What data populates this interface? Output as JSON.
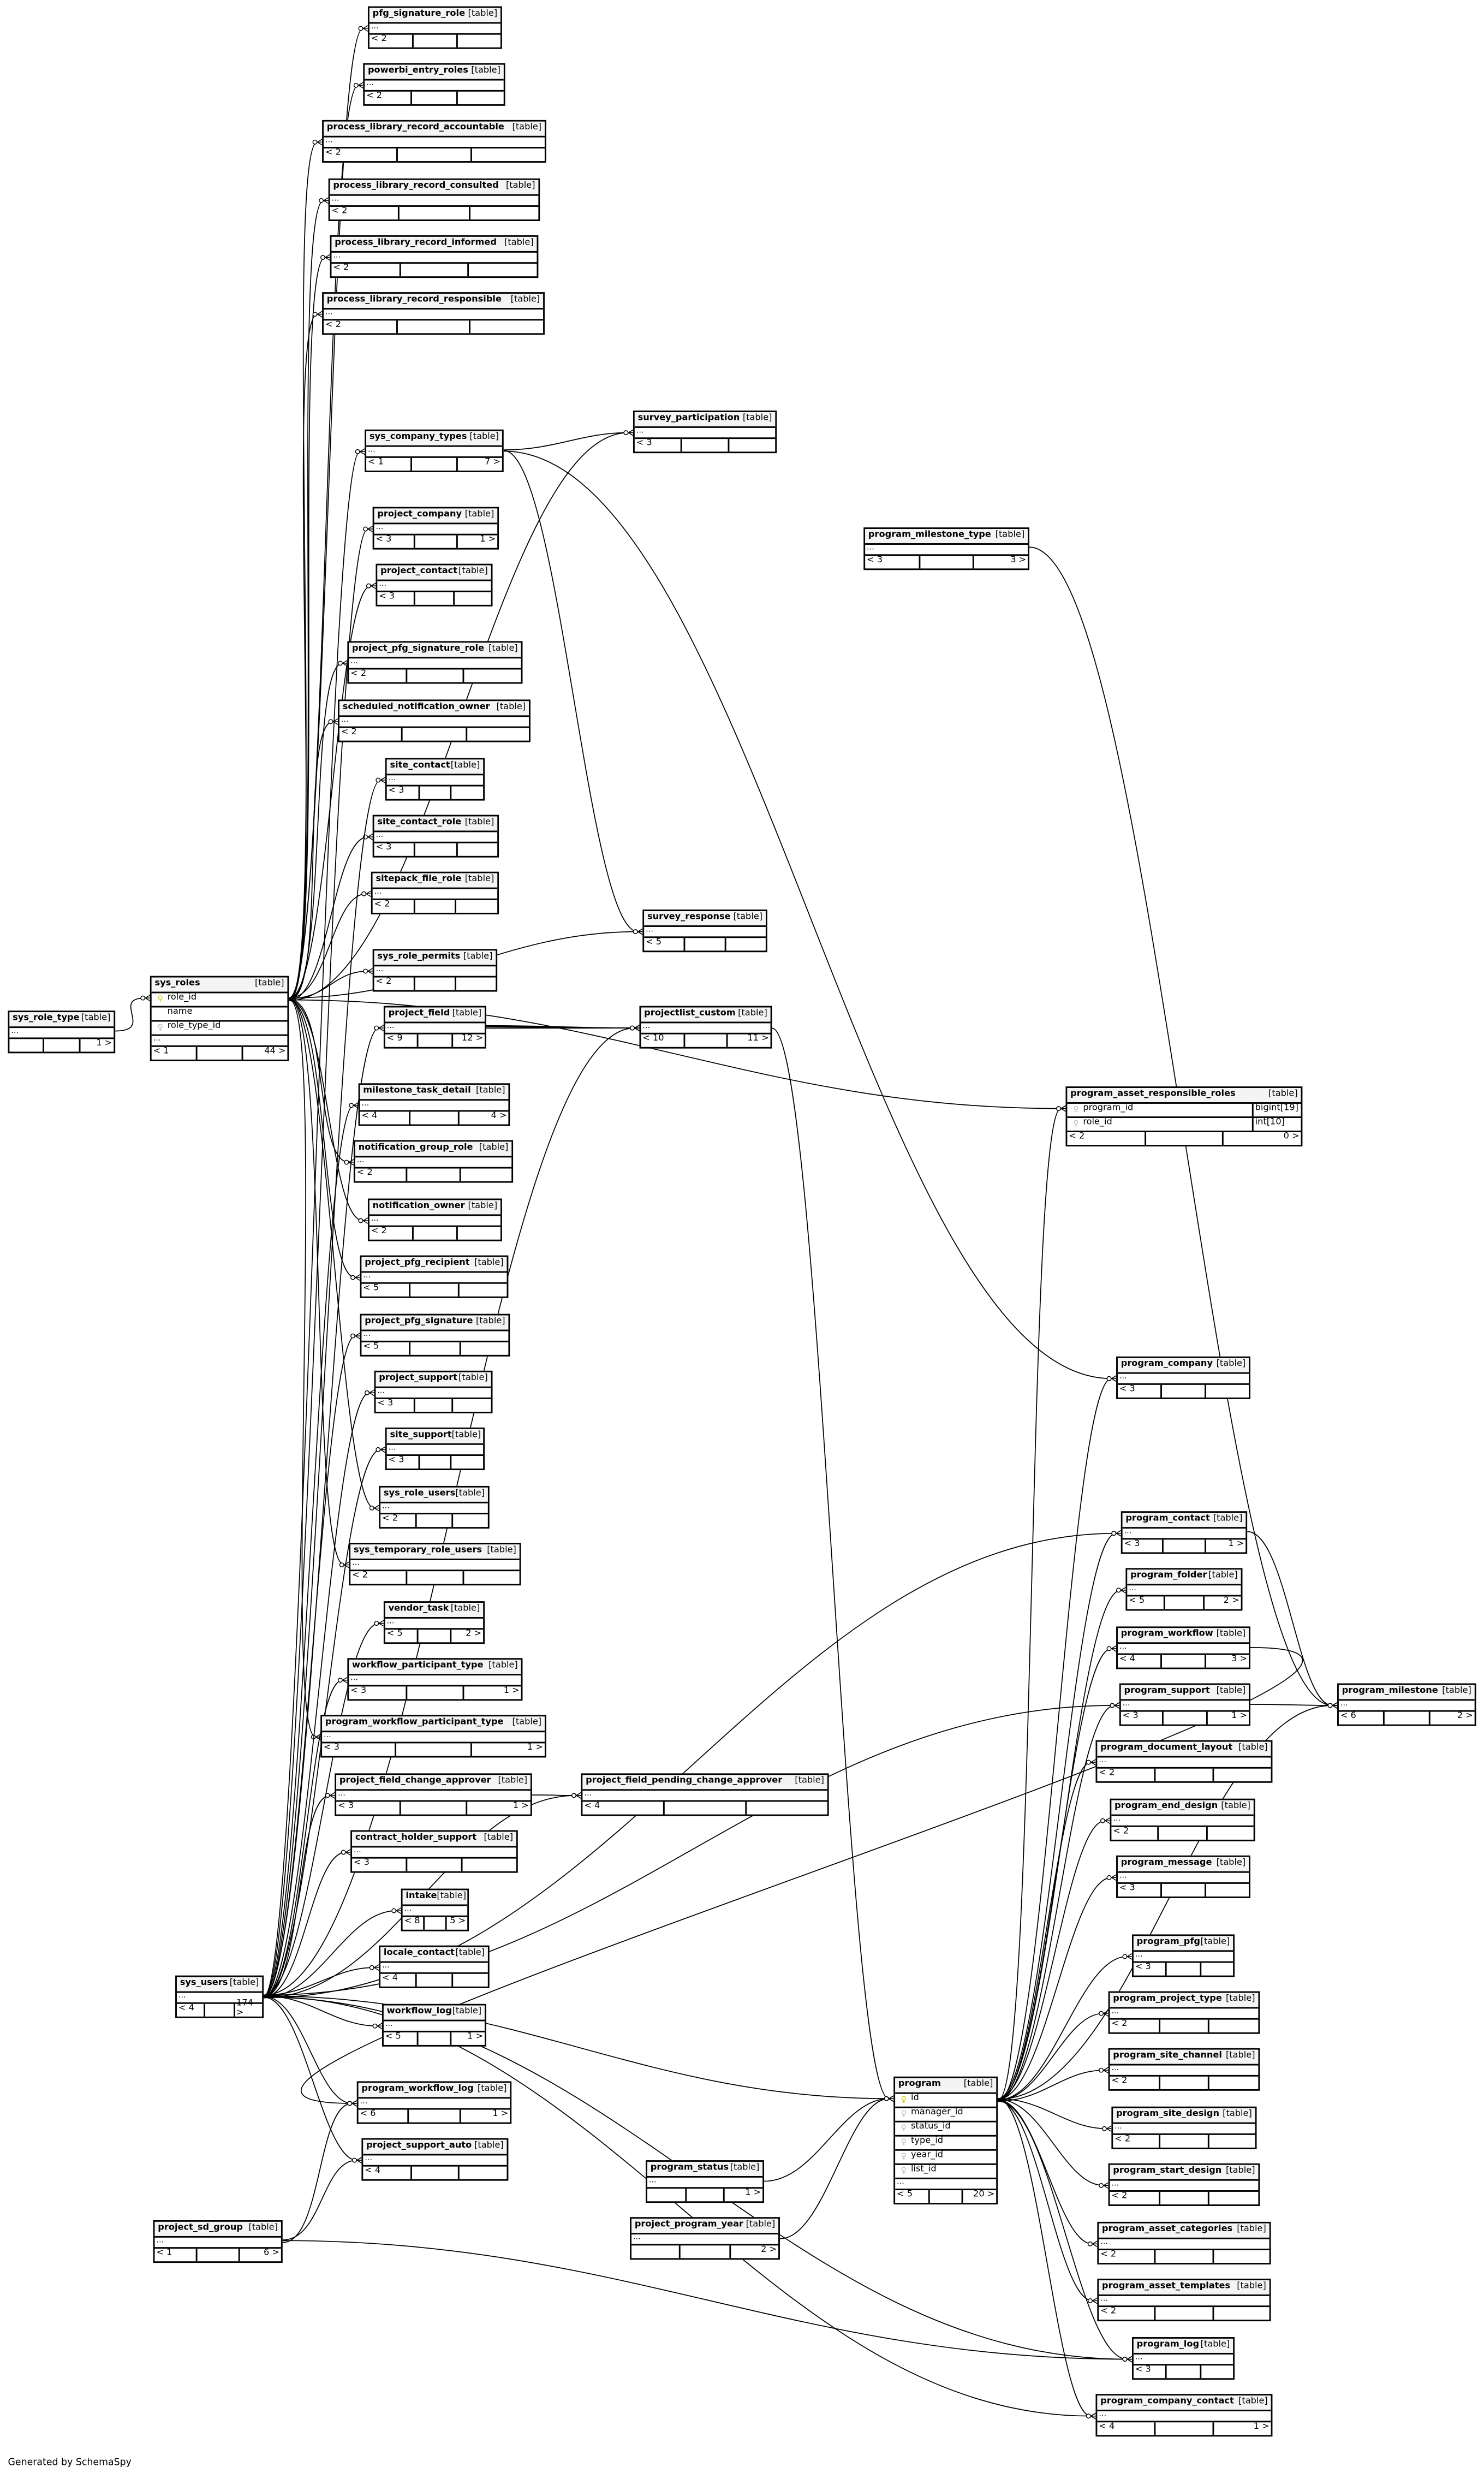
{
  "footer_text": "Generated by SchemaSpy",
  "tables": [
    {
      "name": "pfg_signature_role",
      "kind": "[table]",
      "ellipsis": "...",
      "footer": [
        "< 2",
        "",
        ""
      ]
    },
    {
      "name": "powerbi_entry_roles",
      "kind": "[table]",
      "ellipsis": "...",
      "footer": [
        "< 2",
        "",
        ""
      ]
    },
    {
      "name": "process_library_record_accountable",
      "kind": "[table]",
      "ellipsis": "...",
      "footer": [
        "< 2",
        "",
        ""
      ]
    },
    {
      "name": "process_library_record_consulted",
      "kind": "[table]",
      "ellipsis": "...",
      "footer": [
        "< 2",
        "",
        ""
      ]
    },
    {
      "name": "process_library_record_informed",
      "kind": "[table]",
      "ellipsis": "...",
      "footer": [
        "< 2",
        "",
        ""
      ]
    },
    {
      "name": "process_library_record_responsible",
      "kind": "[table]",
      "ellipsis": "...",
      "footer": [
        "< 2",
        "",
        ""
      ]
    },
    {
      "name": "sys_company_types",
      "kind": "[table]",
      "ellipsis": "...",
      "footer": [
        "< 1",
        "",
        "7 >"
      ]
    },
    {
      "name": "survey_participation",
      "kind": "[table]",
      "ellipsis": "...",
      "footer": [
        "< 3",
        "",
        ""
      ]
    },
    {
      "name": "project_company",
      "kind": "[table]",
      "ellipsis": "...",
      "footer": [
        "< 3",
        "",
        "1 >"
      ]
    },
    {
      "name": "program_milestone_type",
      "kind": "[table]",
      "ellipsis": "...",
      "footer": [
        "< 3",
        "",
        "3 >"
      ]
    },
    {
      "name": "project_contact",
      "kind": "[table]",
      "ellipsis": "...",
      "footer": [
        "< 3",
        "",
        ""
      ]
    },
    {
      "name": "project_pfg_signature_role",
      "kind": "[table]",
      "ellipsis": "...",
      "footer": [
        "< 2",
        "",
        ""
      ]
    },
    {
      "name": "scheduled_notification_owner",
      "kind": "[table]",
      "ellipsis": "...",
      "footer": [
        "< 2",
        "",
        ""
      ]
    },
    {
      "name": "site_contact",
      "kind": "[table]",
      "ellipsis": "...",
      "footer": [
        "< 3",
        "",
        ""
      ]
    },
    {
      "name": "site_contact_role",
      "kind": "[table]",
      "ellipsis": "...",
      "footer": [
        "< 3",
        "",
        ""
      ]
    },
    {
      "name": "sitepack_file_role",
      "kind": "[table]",
      "ellipsis": "...",
      "footer": [
        "< 2",
        "",
        ""
      ]
    },
    {
      "name": "survey_response",
      "kind": "[table]",
      "ellipsis": "...",
      "footer": [
        "< 5",
        "",
        ""
      ]
    },
    {
      "name": "sys_role_permits",
      "kind": "[table]",
      "ellipsis": "...",
      "footer": [
        "< 2",
        "",
        ""
      ]
    },
    {
      "name": "sys_role_type",
      "kind": "[table]",
      "ellipsis": "...",
      "footer": [
        "",
        "",
        "1 >"
      ]
    },
    {
      "name": "sys_roles",
      "kind": "[table]",
      "ellipsis": "...",
      "footer": [
        "< 1",
        "",
        "44 >"
      ],
      "columns": [
        {
          "name": "role_id",
          "key": "pk"
        },
        {
          "name": "name",
          "key": "none"
        },
        {
          "name": "role_type_id",
          "key": "fk"
        }
      ]
    },
    {
      "name": "project_field",
      "kind": "[table]",
      "ellipsis": "...",
      "footer": [
        "< 9",
        "",
        "12 >"
      ]
    },
    {
      "name": "projectlist_custom",
      "kind": "[table]",
      "ellipsis": "...",
      "footer": [
        "< 10",
        "",
        "11 >"
      ]
    },
    {
      "name": "milestone_task_detail",
      "kind": "[table]",
      "ellipsis": "...",
      "footer": [
        "< 4",
        "",
        "4 >"
      ]
    },
    {
      "name": "program_asset_responsible_roles",
      "kind": "[table]",
      "footer": [
        "< 2",
        "",
        "0 >"
      ],
      "columns": [
        {
          "name": "program_id",
          "key": "fk",
          "type": "bigint[19]"
        },
        {
          "name": "role_id",
          "key": "fk",
          "type": "int[10]"
        }
      ]
    },
    {
      "name": "notification_group_role",
      "kind": "[table]",
      "ellipsis": "...",
      "footer": [
        "< 2",
        "",
        ""
      ]
    },
    {
      "name": "notification_owner",
      "kind": "[table]",
      "ellipsis": "...",
      "footer": [
        "< 2",
        "",
        ""
      ]
    },
    {
      "name": "project_pfg_recipient",
      "kind": "[table]",
      "ellipsis": "...",
      "footer": [
        "< 5",
        "",
        ""
      ]
    },
    {
      "name": "project_pfg_signature",
      "kind": "[table]",
      "ellipsis": "...",
      "footer": [
        "< 5",
        "",
        ""
      ]
    },
    {
      "name": "program_company",
      "kind": "[table]",
      "ellipsis": "...",
      "footer": [
        "< 3",
        "",
        ""
      ]
    },
    {
      "name": "project_support",
      "kind": "[table]",
      "ellipsis": "...",
      "footer": [
        "< 3",
        "",
        ""
      ]
    },
    {
      "name": "site_support",
      "kind": "[table]",
      "ellipsis": "...",
      "footer": [
        "< 3",
        "",
        ""
      ]
    },
    {
      "name": "sys_role_users",
      "kind": "[table]",
      "ellipsis": "...",
      "footer": [
        "< 2",
        "",
        ""
      ]
    },
    {
      "name": "program_contact",
      "kind": "[table]",
      "ellipsis": "...",
      "footer": [
        "< 3",
        "",
        "1 >"
      ]
    },
    {
      "name": "sys_temporary_role_users",
      "kind": "[table]",
      "ellipsis": "...",
      "footer": [
        "< 2",
        "",
        ""
      ]
    },
    {
      "name": "program_folder",
      "kind": "[table]",
      "ellipsis": "...",
      "footer": [
        "< 5",
        "",
        "2 >"
      ]
    },
    {
      "name": "vendor_task",
      "kind": "[table]",
      "ellipsis": "...",
      "footer": [
        "< 5",
        "",
        "2 >"
      ]
    },
    {
      "name": "program_workflow",
      "kind": "[table]",
      "ellipsis": "...",
      "footer": [
        "< 4",
        "",
        "3 >"
      ]
    },
    {
      "name": "workflow_participant_type",
      "kind": "[table]",
      "ellipsis": "...",
      "footer": [
        "< 3",
        "",
        "1 >"
      ]
    },
    {
      "name": "program_support",
      "kind": "[table]",
      "ellipsis": "...",
      "footer": [
        "< 3",
        "",
        "1 >"
      ]
    },
    {
      "name": "program_milestone",
      "kind": "[table]",
      "ellipsis": "...",
      "footer": [
        "< 6",
        "",
        "2 >"
      ]
    },
    {
      "name": "program_workflow_participant_type",
      "kind": "[table]",
      "ellipsis": "...",
      "footer": [
        "< 3",
        "",
        "1 >"
      ]
    },
    {
      "name": "program_document_layout",
      "kind": "[table]",
      "ellipsis": "...",
      "footer": [
        "< 2",
        "",
        ""
      ]
    },
    {
      "name": "project_field_change_approver",
      "kind": "[table]",
      "ellipsis": "...",
      "footer": [
        "< 3",
        "",
        "1 >"
      ]
    },
    {
      "name": "project_field_pending_change_approver",
      "kind": "[table]",
      "ellipsis": "...",
      "footer": [
        "< 4",
        "",
        ""
      ]
    },
    {
      "name": "program_end_design",
      "kind": "[table]",
      "ellipsis": "...",
      "footer": [
        "< 2",
        "",
        ""
      ]
    },
    {
      "name": "contract_holder_support",
      "kind": "[table]",
      "ellipsis": "...",
      "footer": [
        "< 3",
        "",
        ""
      ]
    },
    {
      "name": "program_message",
      "kind": "[table]",
      "ellipsis": "...",
      "footer": [
        "< 3",
        "",
        ""
      ]
    },
    {
      "name": "intake",
      "kind": "[table]",
      "ellipsis": "...",
      "footer": [
        "< 8",
        "",
        "5 >"
      ]
    },
    {
      "name": "program_pfg",
      "kind": "[table]",
      "ellipsis": "...",
      "footer": [
        "< 3",
        "",
        ""
      ]
    },
    {
      "name": "locale_contact",
      "kind": "[table]",
      "ellipsis": "...",
      "footer": [
        "< 4",
        "",
        ""
      ]
    },
    {
      "name": "sys_users",
      "kind": "[table]",
      "ellipsis": "...",
      "footer": [
        "< 4",
        "",
        "174 >"
      ]
    },
    {
      "name": "program_project_type",
      "kind": "[table]",
      "ellipsis": "...",
      "footer": [
        "< 2",
        "",
        ""
      ]
    },
    {
      "name": "workflow_log",
      "kind": "[table]",
      "ellipsis": "...",
      "footer": [
        "< 5",
        "",
        "1 >"
      ]
    },
    {
      "name": "program_site_channel",
      "kind": "[table]",
      "ellipsis": "...",
      "footer": [
        "< 2",
        "",
        ""
      ]
    },
    {
      "name": "program",
      "kind": "[table]",
      "ellipsis": "...",
      "footer": [
        "< 5",
        "",
        "20 >"
      ],
      "columns": [
        {
          "name": "id",
          "key": "pk"
        },
        {
          "name": "manager_id",
          "key": "fk"
        },
        {
          "name": "status_id",
          "key": "fk"
        },
        {
          "name": "type_id",
          "key": "fk"
        },
        {
          "name": "year_id",
          "key": "fk"
        },
        {
          "name": "list_id",
          "key": "fk"
        }
      ]
    },
    {
      "name": "program_workflow_log",
      "kind": "[table]",
      "ellipsis": "...",
      "footer": [
        "< 6",
        "",
        "1 >"
      ]
    },
    {
      "name": "program_site_design",
      "kind": "[table]",
      "ellipsis": "...",
      "footer": [
        "< 2",
        "",
        ""
      ]
    },
    {
      "name": "project_support_auto",
      "kind": "[table]",
      "ellipsis": "...",
      "footer": [
        "< 4",
        "",
        ""
      ]
    },
    {
      "name": "program_status",
      "kind": "[table]",
      "ellipsis": "...",
      "footer": [
        "",
        "",
        "1 >"
      ]
    },
    {
      "name": "program_start_design",
      "kind": "[table]",
      "ellipsis": "...",
      "footer": [
        "< 2",
        "",
        ""
      ]
    },
    {
      "name": "project_sd_group",
      "kind": "[table]",
      "ellipsis": "...",
      "footer": [
        "< 1",
        "",
        "6 >"
      ]
    },
    {
      "name": "project_program_year",
      "kind": "[table]",
      "ellipsis": "...",
      "footer": [
        "",
        "",
        "2 >"
      ]
    },
    {
      "name": "program_asset_categories",
      "kind": "[table]",
      "ellipsis": "...",
      "footer": [
        "< 2",
        "",
        ""
      ]
    },
    {
      "name": "program_asset_templates",
      "kind": "[table]",
      "ellipsis": "...",
      "footer": [
        "< 2",
        "",
        ""
      ]
    },
    {
      "name": "program_log",
      "kind": "[table]",
      "ellipsis": "...",
      "footer": [
        "< 3",
        "",
        ""
      ]
    },
    {
      "name": "program_company_contact",
      "kind": "[table]",
      "ellipsis": "...",
      "footer": [
        "< 4",
        "",
        "1 >"
      ]
    }
  ]
}
